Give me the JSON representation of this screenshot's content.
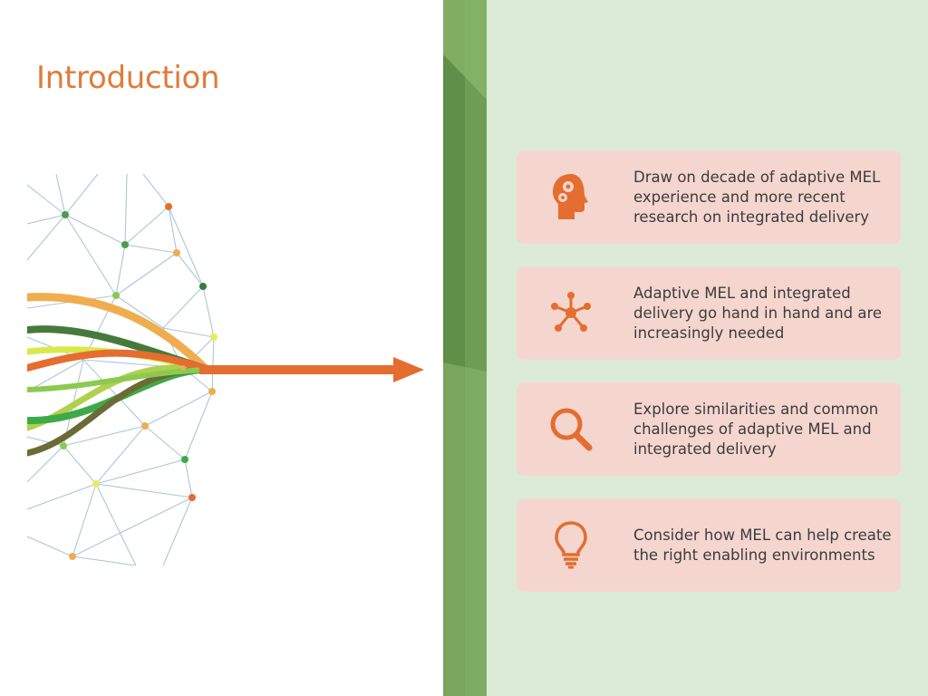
{
  "slide": {
    "title": "Introduction",
    "colors": {
      "accent": "#e07b39",
      "card_bg": "#f4d6cf",
      "panel_bg": "#dcebd6",
      "band_green": "#6a9b50"
    },
    "cards": [
      {
        "icon": "head-gears-icon",
        "text": "Draw on decade of adaptive MEL experience and more recent research on integrated delivery"
      },
      {
        "icon": "network-hub-icon",
        "text": "Adaptive MEL and integrated delivery go hand in hand and are increasingly needed"
      },
      {
        "icon": "magnifier-icon",
        "text": "Explore similarities and common challenges of adaptive MEL and integrated delivery"
      },
      {
        "icon": "lightbulb-icon",
        "text": "Consider how MEL can help create the right enabling environments"
      }
    ]
  }
}
